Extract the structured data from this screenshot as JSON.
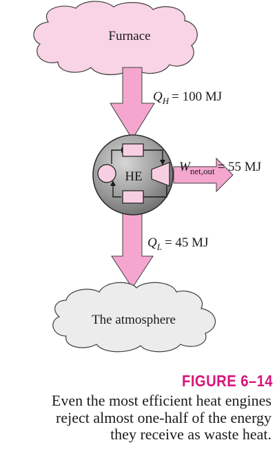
{
  "diagram": {
    "source_label": "Furnace",
    "sink_label": "The atmosphere",
    "engine_label": "HE",
    "heat_in": {
      "symbol": "Q",
      "subscript": "H",
      "value_text": "= 100 MJ"
    },
    "work_out": {
      "symbol": "W",
      "subscript": "net,out",
      "value_text": "= 55 MJ"
    },
    "heat_out": {
      "symbol": "Q",
      "subscript": "L",
      "value_text": "= 45 MJ"
    },
    "colors": {
      "cloud_fill": "#f9d3e6",
      "cloud_stroke": "#3c3c3c",
      "arrow_fill": "#f5a6cf",
      "arrow_stroke": "#3c3c3c",
      "sink_cloud_fill": "#ececec",
      "engine_fill": "#9a9a9a",
      "component_fill": "#f8cfe2",
      "figure_color": "#d8147a"
    }
  },
  "caption": {
    "figure_label": "FIGURE 6–14",
    "lines": [
      "Even the most efficient heat engines",
      "reject almost one-half of the energy",
      "they receive as waste heat."
    ]
  }
}
